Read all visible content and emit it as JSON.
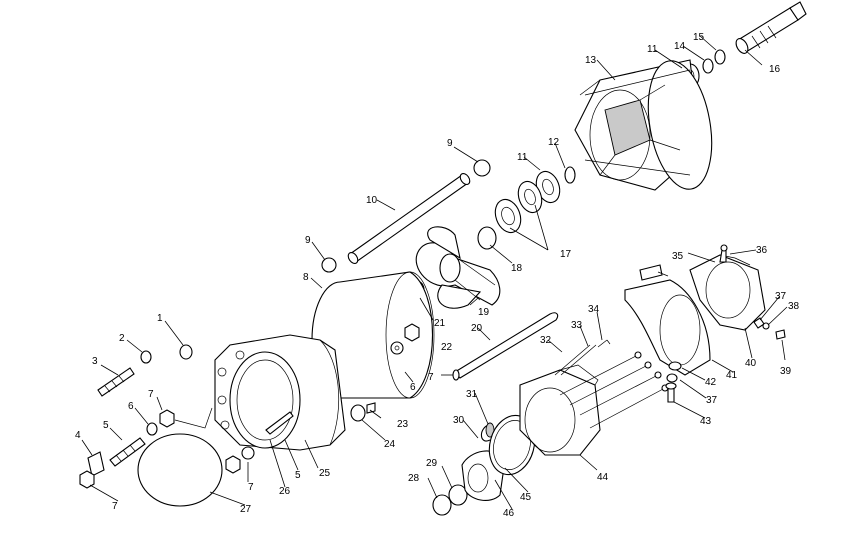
{
  "diagram": {
    "callouts": [
      "1",
      "2",
      "3",
      "4",
      "5",
      "5",
      "6",
      "6",
      "7",
      "7",
      "7",
      "7",
      "8",
      "9",
      "9",
      "10",
      "11",
      "11",
      "12",
      "13",
      "14",
      "15",
      "16",
      "17",
      "18",
      "19",
      "20",
      "21",
      "22",
      "23",
      "24",
      "25",
      "26",
      "27",
      "28",
      "29",
      "30",
      "31",
      "32",
      "33",
      "34",
      "35",
      "36",
      "37",
      "37",
      "38",
      "39",
      "40",
      "41",
      "42",
      "43",
      "44",
      "45",
      "46"
    ]
  }
}
